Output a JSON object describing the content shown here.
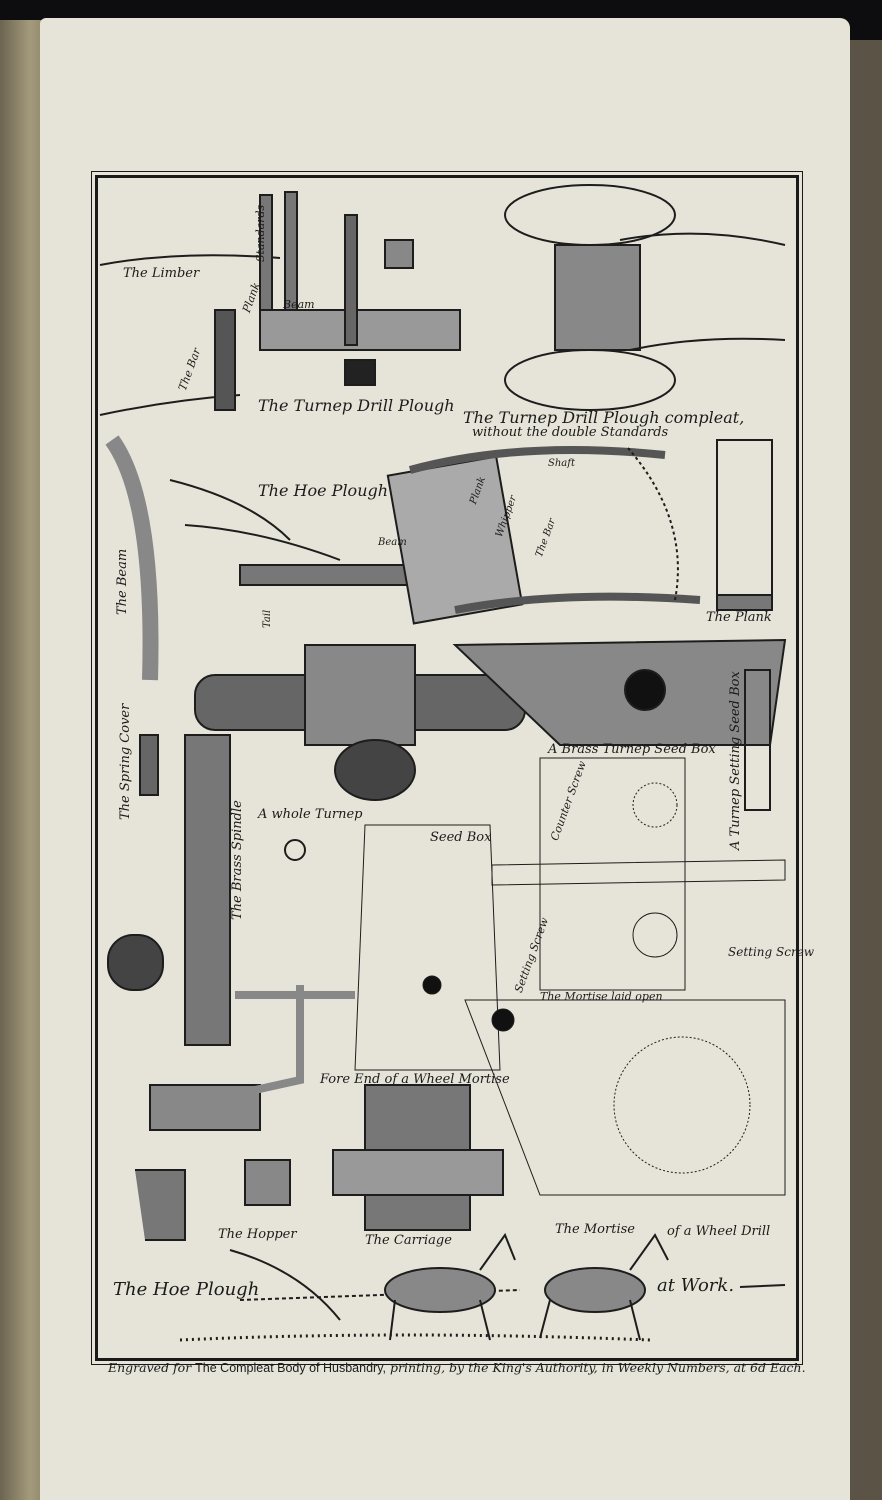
{
  "plate": {
    "labels": {
      "limber": "The Limber",
      "standards": "Standards",
      "plank1": "Plank",
      "beam1": "Beam",
      "bar1": "The Bar",
      "drill_plough": "The Turnep Drill Plough",
      "compleat_1": "The Turnep Drill Plough compleat,",
      "compleat_2": "without the double Standards",
      "hoe_plough": "The Hoe Plough",
      "shaft": "Shaft",
      "plank2": "Plank",
      "whipper": "Whipper",
      "bar2": "The Bar",
      "beam2": "Beam",
      "tail": "Tail",
      "the_beam": "The Beam",
      "the_plank": "The Plank",
      "brass_seed_box": "A Brass Turnep Seed Box",
      "setting_seed_box": "A Turnep Setting Seed Box",
      "spring_cover": "The Spring Cover",
      "brass_spindle": "The Brass Spindle",
      "whole_turnep": "A whole Turnep",
      "seed_box": "Seed Box",
      "counter_screw": "Counter Screw",
      "setting_screw_1": "Setting Screw",
      "setting_screw_2": "Setting Screw",
      "mortise_open": "The Mortise laid open",
      "fore_end": "Fore End of a Wheel Mortise",
      "hopper": "The Hopper",
      "carriage": "The Carriage",
      "mortise_drill_1": "The Mortise",
      "mortise_drill_2": "of a Wheel Drill",
      "hoe_at_work_1": "The Hoe Plough",
      "hoe_at_work_2": "at Work."
    }
  },
  "footer": {
    "engraved": "Engraved for",
    "title": "The Compleat Body of Husbandry,",
    "rest": "printing, by the King's Authority, in Weekly Numbers, at 6d Each."
  }
}
